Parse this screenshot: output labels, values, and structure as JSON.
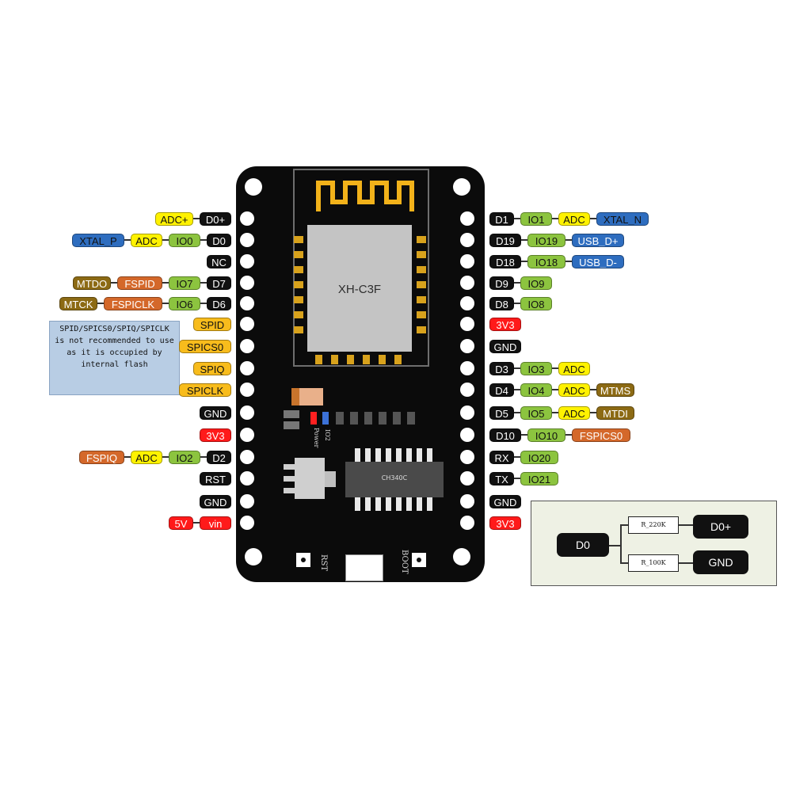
{
  "colors": {
    "black": "#111111",
    "green": "#8cc43f",
    "yellow": "#fff200",
    "blue": "#2e6dbf",
    "orange": "#d4682a",
    "brown": "#8c6a14",
    "red": "#ff1a1a",
    "amber": "#f8bc1c"
  },
  "module_label": "XH-C3F",
  "left_rows": [
    [
      "ADC+",
      "D0+"
    ],
    [
      "XTAL_P",
      "ADC",
      "IO0",
      "D0"
    ],
    [
      "NC"
    ],
    [
      "MTDO",
      "FSPID",
      "IO7",
      "D7"
    ],
    [
      "MTCK",
      "FSPICLK",
      "IO6",
      "D6"
    ],
    [
      "SPID"
    ],
    [
      "SPICS0"
    ],
    [
      "SPIQ"
    ],
    [
      "SPICLK"
    ],
    [
      "GND"
    ],
    [
      "3V3"
    ],
    [
      "FSPIQ",
      "ADC",
      "IO2",
      "D2"
    ],
    [
      "RST"
    ],
    [
      "GND"
    ],
    [
      "5V",
      "vin"
    ]
  ],
  "right_rows": [
    [
      "D1",
      "IO1",
      "ADC",
      "XTAL_N"
    ],
    [
      "D19",
      "IO19",
      "USB_D+"
    ],
    [
      "D18",
      "IO18",
      "USB_D-"
    ],
    [
      "D9",
      "IO9"
    ],
    [
      "D8",
      "IO8"
    ],
    [
      "3V3"
    ],
    [
      "GND"
    ],
    [
      "D3",
      "IO3",
      "ADC"
    ],
    [
      "D4",
      "IO4",
      "ADC",
      "MTMS"
    ],
    [
      "D5",
      "IO5",
      "ADC",
      "MTDI"
    ],
    [
      "D10",
      "IO10",
      "FSPICS0"
    ],
    [
      "RX",
      "IO20"
    ],
    [
      "TX",
      "IO21"
    ],
    [
      "GND"
    ],
    [
      "3V3"
    ]
  ],
  "note_lines": [
    "SPID/SPICS0/SPIQ/SPICLK",
    "is not recommended to use",
    "as it is occupied by",
    "internal flash"
  ],
  "inset": {
    "source": "D0",
    "r_top": "R_220K",
    "r_bottom": "R_100K",
    "out_top": "D0+",
    "out_bottom": "GND"
  },
  "board_text": {
    "chip": "CH340C",
    "power": "Power",
    "io2": "IO2",
    "rst": "RST",
    "boot": "BOOT"
  }
}
